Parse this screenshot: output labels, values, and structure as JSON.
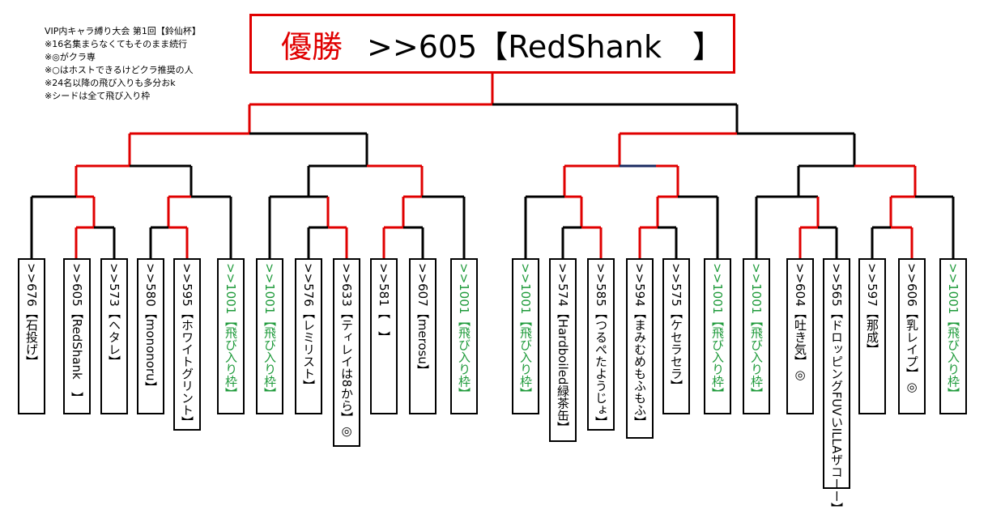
{
  "notes": [
    "VIP内キャラ縛り大会 第1回【鈴仙杯】",
    "※16名集まらなくてもそのまま続行",
    "※◎がクラ専",
    "※○はホストできるけどクラ推奨の人",
    "※24名以降の飛び入りも多分おk",
    "※シードは全て飛び入り枠"
  ],
  "winner": {
    "label": "優勝",
    "text": ">>605【RedShank　】"
  },
  "colors": {
    "win": "#e00000",
    "line": "#000000",
    "tobiiri": "#1e9a3a",
    "frame": "#e00000"
  },
  "entries": [
    {
      "text": ">>676【石投げ】",
      "tobiiri": false
    },
    {
      "text": ">>605【RedShank　】",
      "tobiiri": false
    },
    {
      "text": ">>573【ヘタレ】",
      "tobiiri": false
    },
    {
      "text": ">>580【mononoru】",
      "tobiiri": false
    },
    {
      "text": ">>595【ホワイトグリント】",
      "tobiiri": false
    },
    {
      "text": ">>1001【飛び入り枠】",
      "tobiiri": true
    },
    {
      "text": ">>1001【飛び入り枠】",
      "tobiiri": true
    },
    {
      "text": ">>576【レミリスト】",
      "tobiiri": false
    },
    {
      "text": ">>633【ティレイは8から】◎",
      "tobiiri": false
    },
    {
      "text": ">>581【　】",
      "tobiiri": false
    },
    {
      "text": ">>607【merosu】",
      "tobiiri": false
    },
    {
      "text": ">>1001【飛び入り枠】",
      "tobiiri": true
    },
    {
      "text": ">>1001【飛び入り枠】",
      "tobiiri": true
    },
    {
      "text": ">>574【Hardboiled緑茶缶】",
      "tobiiri": false
    },
    {
      "text": ">>585【つるぺたようじょ】",
      "tobiiri": false
    },
    {
      "text": ">>594【まみむめもふもふ】",
      "tobiiri": false
    },
    {
      "text": ">>575【ケセラセラ】",
      "tobiiri": false
    },
    {
      "text": ">>1001【飛び入り枠】",
      "tobiiri": true
    },
    {
      "text": ">>1001【飛び入り枠】",
      "tobiiri": true
    },
    {
      "text": ">>604【吐き気】◎",
      "tobiiri": false
    },
    {
      "text": ">>565【ドロッピングFUVいILLAザコーー】",
      "tobiiri": false
    },
    {
      "text": ">>597【那成】",
      "tobiiri": false
    },
    {
      "text": ">>606【乳レイプ】◎",
      "tobiiri": false
    },
    {
      "text": ">>1001【飛び入り枠】",
      "tobiiri": true
    }
  ]
}
